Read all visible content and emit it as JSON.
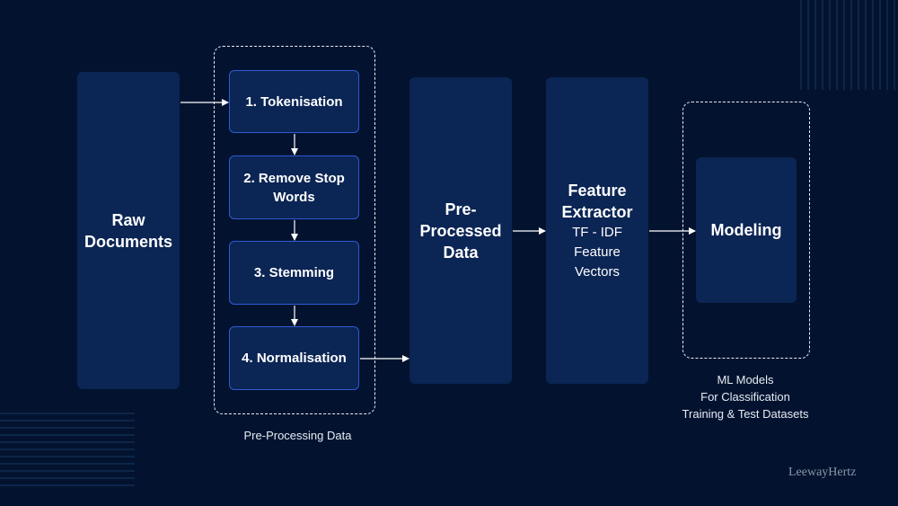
{
  "nodes": {
    "raw_documents": "Raw Documents",
    "steps": [
      "1. Tokenisation",
      "2. Remove Stop Words",
      "3. Stemming",
      "4. Normalisation"
    ],
    "preprocessed_data": "Pre-Processed Data",
    "feature_extractor": {
      "title": "Feature Extractor",
      "subtitle": "TF - IDF Feature Vectors"
    },
    "modeling": "Modeling"
  },
  "captions": {
    "preprocessing_group": "Pre-Processing Data",
    "ml_models": [
      "ML Models",
      "For Classification",
      "Training & Test Datasets"
    ]
  },
  "brand": "LeewayHertz"
}
